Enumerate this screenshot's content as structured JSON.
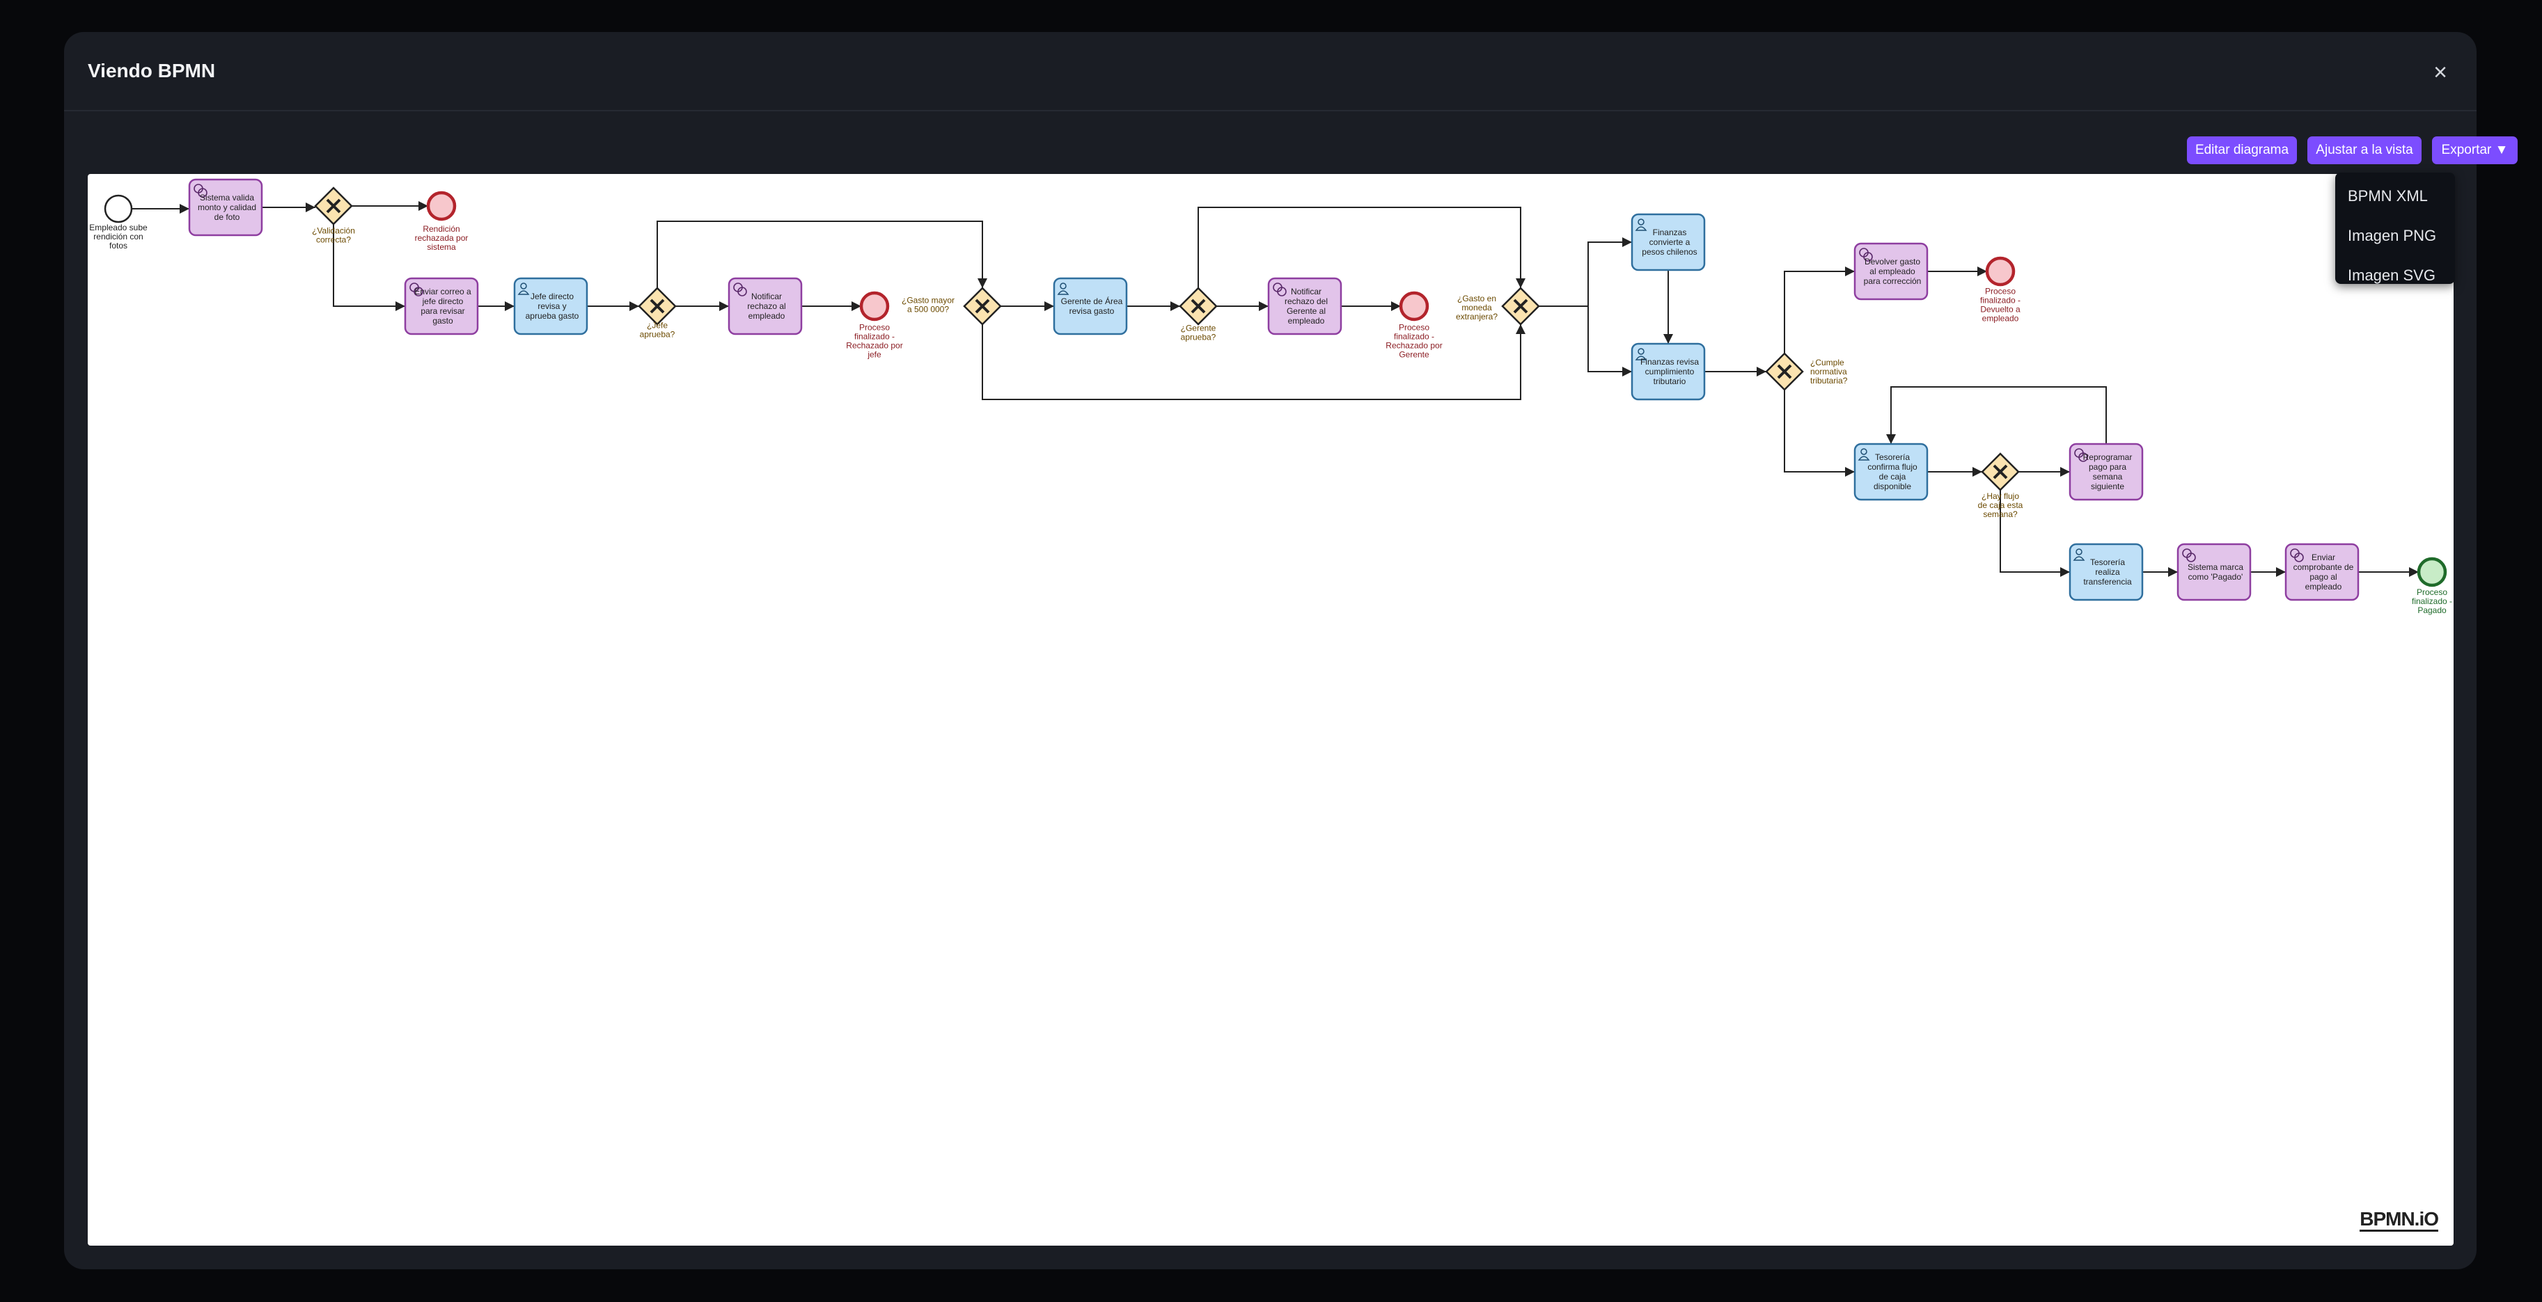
{
  "modal": {
    "title": "Viendo BPMN",
    "close_icon": "×"
  },
  "toolbar": {
    "edit": "Editar diagrama",
    "fit": "Ajustar a la vista",
    "export": "Exportar ▼"
  },
  "export_menu": [
    "BPMN XML",
    "Imagen PNG",
    "Imagen SVG"
  ],
  "logo": "BPMN.iO",
  "colors": {
    "accent": "#7c4dff",
    "service_task_fill": "#e2c4ea",
    "service_task_stroke": "#8e3ea0",
    "user_task_fill": "#bfe0f7",
    "user_task_stroke": "#2f6f9e",
    "gateway_fill": "#fbe3b0",
    "end_fill": "#f7c7cc",
    "end_stroke": "#b3242c",
    "final_end_fill": "#c8ecc7"
  },
  "diagram": {
    "start_event": "Empleado sube rendición con fotos",
    "tasks": {
      "t_validate": "Sistema valida monto y calidad de foto",
      "t_email_boss": "Enviar correo a jefe directo para revisar gasto",
      "t_boss_review": "Jefe directo revisa y aprueba gasto",
      "t_notify_reject": "Notificar rechazo al empleado",
      "t_manager_review": "Gerente de Área revisa gasto",
      "t_notify_manager_reject": "Notificar rechazo del Gerente al empleado",
      "t_convert": "Finanzas convierte a pesos chilenos",
      "t_tax_review": "Finanzas revisa cumplimiento tributario",
      "t_return": "Devolver gasto al empleado para corrección",
      "t_cash_flow": "Tesorería confirma flujo de caja disponible",
      "t_reschedule": "Reprogramar pago para semana siguiente",
      "t_transfer": "Tesorería realiza transferencia",
      "t_mark_paid": "Sistema marca como 'Pagado'",
      "t_send_receipt": "Enviar comprobante de pago al empleado"
    },
    "gateways": {
      "g_valid": "¿Validación correcta?",
      "g_boss": "¿Jefe aprueba?",
      "g_amount": "¿Gasto mayor a 500 000?",
      "g_manager": "¿Gerente aprueba?",
      "g_currency": "¿Gasto en moneda extranjera?",
      "g_tax": "¿Cumple normativa tributaria?",
      "g_cash": "¿Hay flujo de caja esta semana?"
    },
    "end_events": {
      "e_system": "Rendición rechazada por sistema",
      "e_boss": "Proceso finalizado - Rechazado por jefe",
      "e_manager": "Proceso finalizado - Rechazado por Gerente",
      "e_returned": "Proceso finalizado - Devuelto a empleado",
      "e_paid": "Proceso finalizado - Pagado"
    }
  }
}
